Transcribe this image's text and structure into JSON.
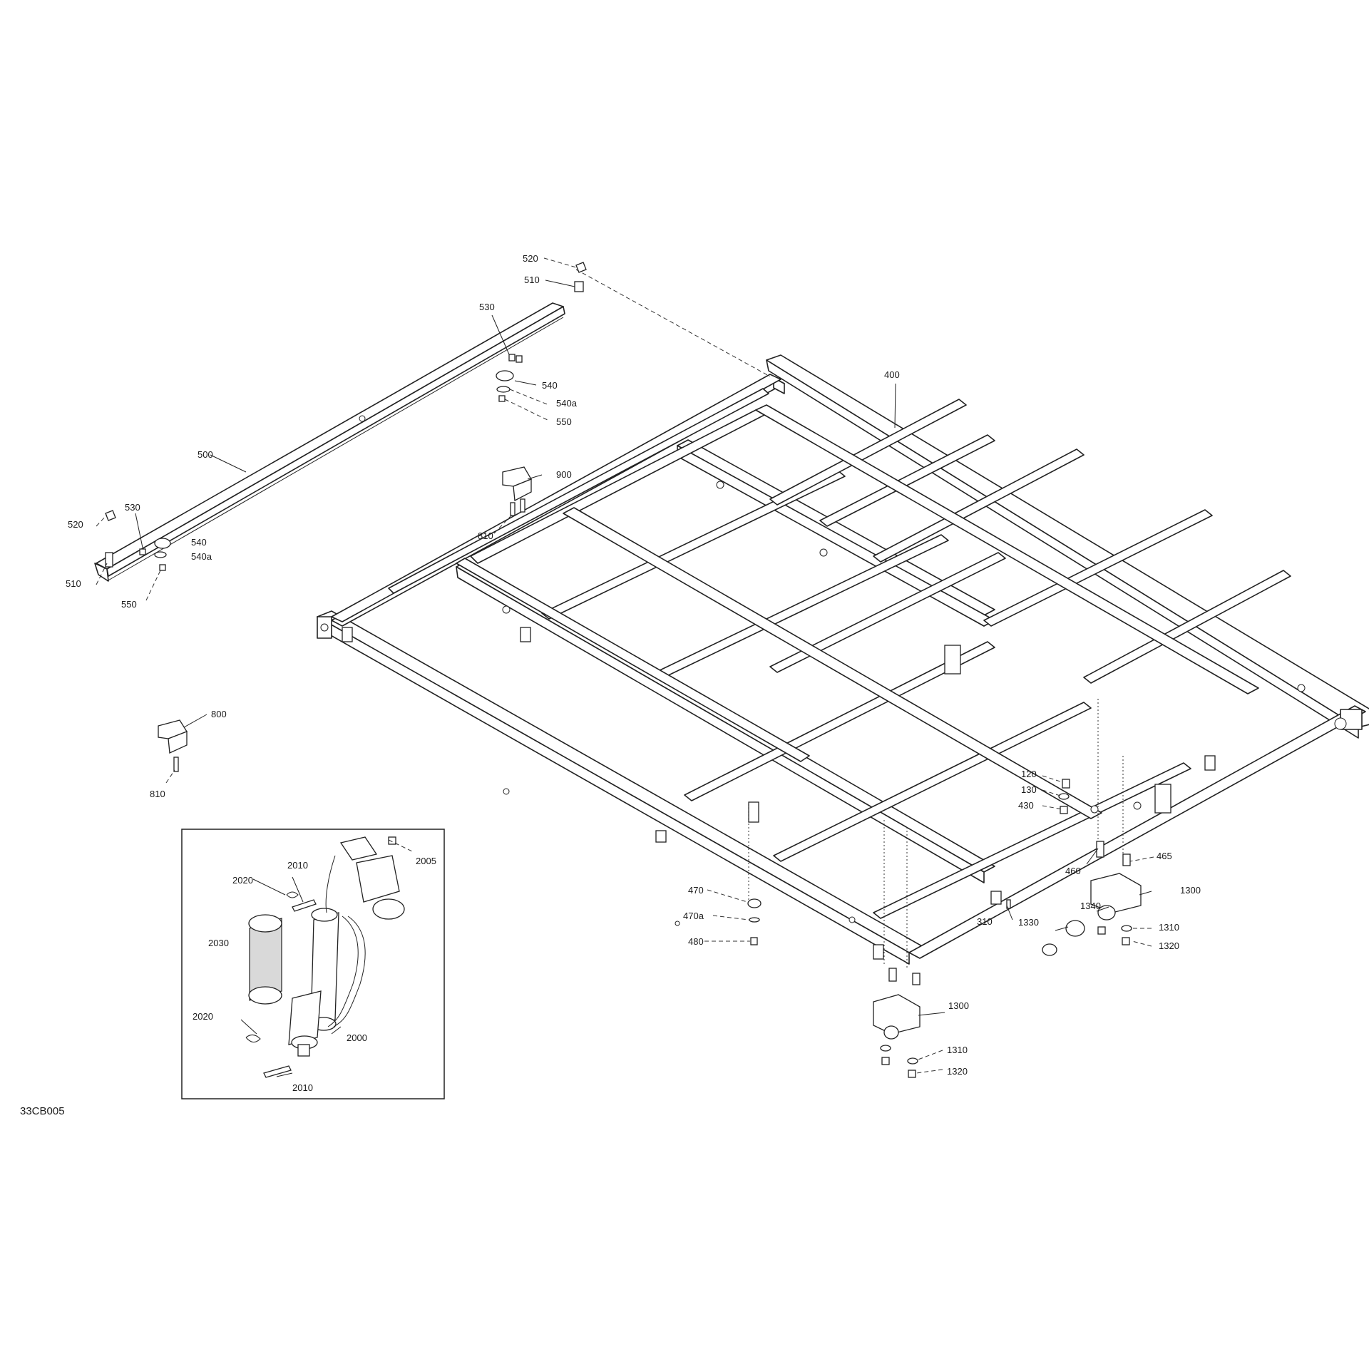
{
  "diagram_code": "33CB005",
  "labels": {
    "l120": "120",
    "l130": "130",
    "l310": "310",
    "l400": "400",
    "l430": "430",
    "l460": "460",
    "l465": "465",
    "l470": "470",
    "l470a": "470a",
    "l480": "480",
    "l500": "500",
    "l510a": "510",
    "l510b": "510",
    "l520a": "520",
    "l520b": "520",
    "l530a": "530",
    "l530b": "530",
    "l540a": "540",
    "l540b": "540",
    "l540aa": "540a",
    "l540ab": "540a",
    "l550a": "550",
    "l550b": "550",
    "l800": "800",
    "l810a": "810",
    "l810b": "810",
    "l900": "900",
    "l1300a": "1300",
    "l1300b": "1300",
    "l1310a": "1310",
    "l1310b": "1310",
    "l1320a": "1320",
    "l1320b": "1320",
    "l1330": "1330",
    "l1340": "1340",
    "l2000": "2000",
    "l2005": "2005",
    "l2010a": "2010",
    "l2010b": "2010",
    "l2020a": "2020",
    "l2020b": "2020",
    "l2030": "2030"
  }
}
